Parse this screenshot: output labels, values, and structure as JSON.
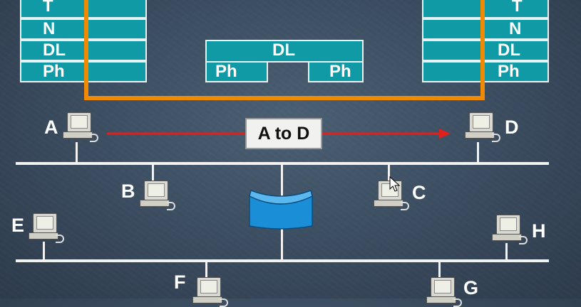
{
  "left_stack": {
    "layers": [
      "T",
      "N",
      "DL",
      "Ph"
    ]
  },
  "right_stack": {
    "layers": [
      "T",
      "N",
      "DL",
      "Ph"
    ]
  },
  "bridge": {
    "top_label": "DL",
    "left_label": "Ph",
    "right_label": "Ph"
  },
  "path_label": "A to D",
  "hosts": [
    "A",
    "B",
    "C",
    "D",
    "E",
    "F",
    "G",
    "H"
  ],
  "colors": {
    "layer_fill": "#0f9aa6",
    "path_line": "#f08a00",
    "arrow": "#e0201a"
  }
}
